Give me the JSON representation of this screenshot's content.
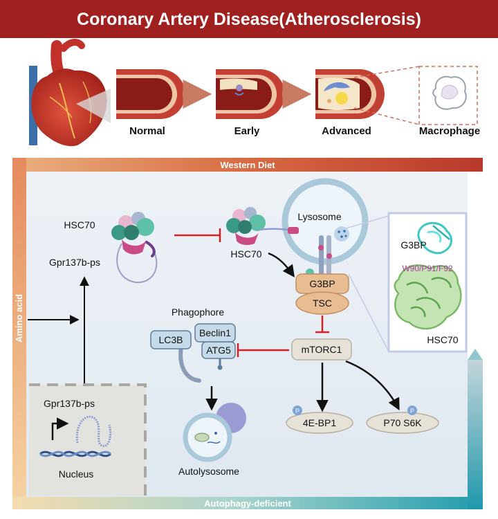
{
  "title": "Coronary Artery Disease(Atherosclerosis)",
  "stages": [
    {
      "label": "Normal"
    },
    {
      "label": "Early"
    },
    {
      "label": "Advanced"
    },
    {
      "label": "Macrophage"
    }
  ],
  "frame": {
    "top": "Western Diet",
    "left": "Amino acid",
    "bottom": "Autophagy-deficient"
  },
  "pathway": {
    "hsc70_free": "HSC70",
    "gpr_top": "Gpr137b-ps",
    "hsc70_bound": "HSC70",
    "lysosome": "Lysosome",
    "g3bp": "G3BP",
    "tsc": "TSC",
    "mtorc1": "mTORC1",
    "phagophore": "Phagophore",
    "lc3b": "LC3B",
    "beclin1": "Beclin1",
    "atg5": "ATG5",
    "autolysosome": "Autolysosome",
    "ebp1": "4E-BP1",
    "p70": "P70 S6K",
    "phospho": "P",
    "nucleus": "Nucleus",
    "gpr_nucleus": "Gpr137b-ps"
  },
  "structure_inset": {
    "g3bp": "G3BP",
    "residues": "W90/P91/F92",
    "hsc70": "HSC70"
  },
  "colors": {
    "banner": "#a0201f",
    "frame_top": "#c0492f",
    "frame_right": "#2a9fb0",
    "inhibition": "#d42020",
    "g3bp_box": "#e8bd92",
    "node": "#c6dbe9",
    "residues": "#b03aa6"
  }
}
